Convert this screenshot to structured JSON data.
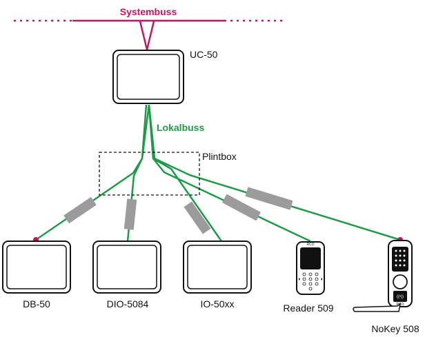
{
  "labels": {
    "systembuss": "Systembuss",
    "lokalbuss": "Lokalbuss",
    "plintbox": "Plintbox",
    "controller": "UC-50",
    "db": "DB-50",
    "dio": "DIO-5084",
    "io": "IO-50xx",
    "reader": "Reader 509",
    "nokey": "NoKey 508"
  },
  "device_brand": "RCO",
  "colors": {
    "systembuss": "#c4145e",
    "lokalbuss": "#1f9a48",
    "cable": "#9b9b9b",
    "outline": "#111111"
  }
}
